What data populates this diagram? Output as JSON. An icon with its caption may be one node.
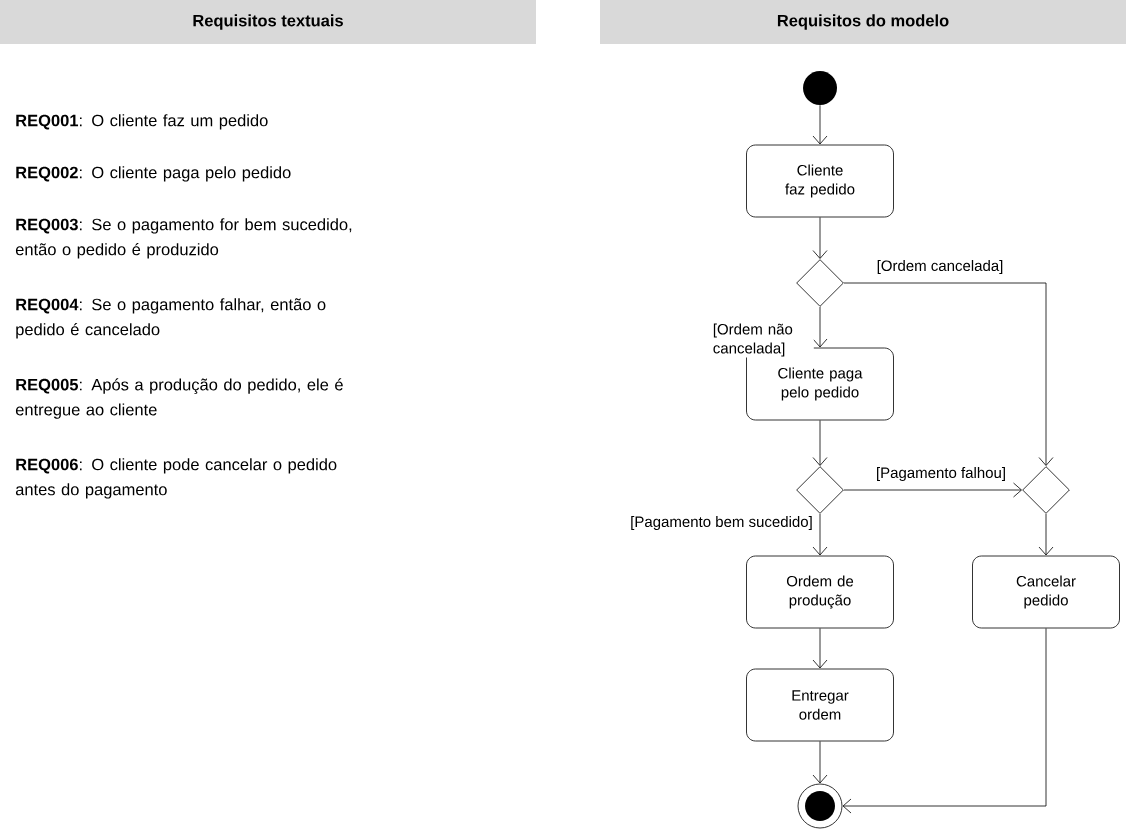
{
  "diagram": {
    "nodes": [
      {
        "text": [
          "Requisitos textuais"
        ]
      },
      {
        "text": [
          "Requisitos do modelo"
        ]
      },
      {
        "text": [],
        "shape": "circle"
      },
      {
        "text": [
          "Cliente faz pedido"
        ]
      },
      {
        "text": [],
        "shape": "diamond"
      },
      {
        "text": [
          "Cliente paga pelo pedido"
        ]
      },
      {
        "text": [],
        "shape": "diamond"
      },
      {
        "text": [],
        "shape": "diamond"
      },
      {
        "text": [
          "Ordem de produção"
        ]
      },
      {
        "text": [
          "Cancelar pedido"
        ]
      },
      {
        "text": [
          "Entregar ordem"
        ]
      },
      {
        "text": [],
        "shape": "bullseye"
      }
    ],
    "edges": [
      {
        "from": 2,
        "to": 3,
        "arrow": "to"
      },
      {
        "from": 3,
        "to": 4,
        "arrow": "to"
      },
      {
        "from": 4,
        "to": 5,
        "arrow": "to",
        "label": "[Ordem não cancelada]"
      },
      {
        "from": 4,
        "to": 7,
        "arrow": "to",
        "label": "[Ordem cancelada]"
      },
      {
        "from": 5,
        "to": 6,
        "arrow": "to"
      },
      {
        "from": 6,
        "to": 7,
        "arrow": "to",
        "label": "[Pagamento falhou]"
      },
      {
        "from": 6,
        "to": 8,
        "arrow": "to",
        "label": "[Pagamento bem sucedido]"
      },
      {
        "from": 7,
        "to": 9,
        "arrow": "to"
      },
      {
        "from": 8,
        "to": 10,
        "arrow": "to"
      },
      {
        "from": 10,
        "to": 11,
        "arrow": "to"
      },
      {
        "from": 9,
        "to": 11,
        "arrow": "to"
      }
    ],
    "labels": [
      "**REQ001**: O cliente faz um pedido",
      "**REQ002**: O cliente paga pelo pedido",
      "**REQ003**: Se o pagamento for bem sucedido, então o pedido é produzido",
      "**REQ004**: Se o pagamento falhar, então o pedido é cancelado",
      "**REQ005**: Após a produção do pedido, ele é entregue ao cliente",
      "**REQ006**: O cliente pode cancelar o pedido antes do pagamento"
    ]
  }
}
